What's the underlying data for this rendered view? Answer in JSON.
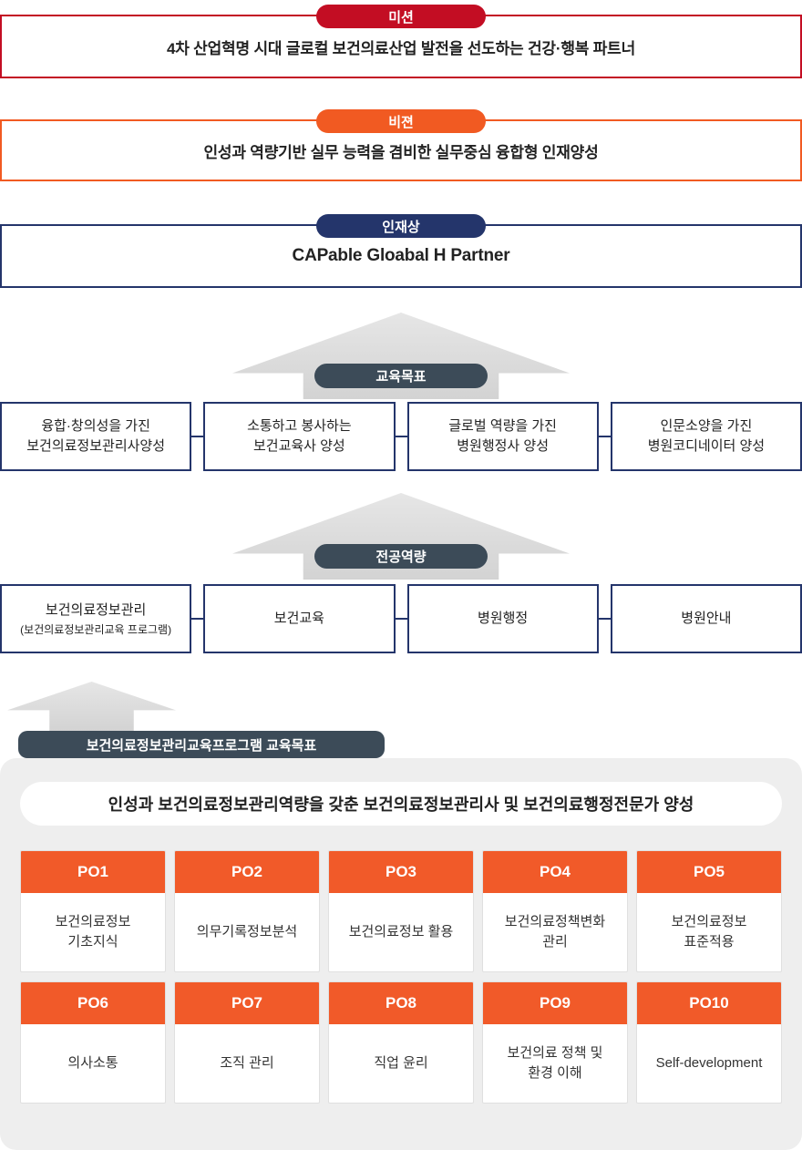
{
  "mission": {
    "badge": "미션",
    "text": "4차 산업혁명 시대 글로컬 보건의료산업 발전을 선도하는 건강·행복 파트너"
  },
  "vision": {
    "badge": "비젼",
    "text": "인성과 역량기반 실무 능력을 겸비한 실무중심 융합형 인재양성"
  },
  "talent": {
    "badge": "인재상",
    "text": "CAPable Gloabal H Partner"
  },
  "edu_goals": {
    "badge": "교육목표",
    "items": [
      {
        "title": "융합·창의성을 가진\n보건의료정보관리사양성",
        "subtitle": ""
      },
      {
        "title": "소통하고 봉사하는\n보건교육사 양성",
        "subtitle": ""
      },
      {
        "title": "글로벌 역량을 가진\n병원행정사 양성",
        "subtitle": ""
      },
      {
        "title": "인문소양을 가진\n병원코디네이터 양성",
        "subtitle": ""
      }
    ]
  },
  "competencies": {
    "badge": "전공역량",
    "items": [
      {
        "title": "보건의료정보관리",
        "subtitle": "(보건의료정보관리교육 프로그램)"
      },
      {
        "title": "보건교육",
        "subtitle": ""
      },
      {
        "title": "병원행정",
        "subtitle": ""
      },
      {
        "title": "병원안내",
        "subtitle": ""
      }
    ]
  },
  "program": {
    "label": "보건의료정보관리교육프로그램 교육목표",
    "banner": "인성과 보건의료정보관리역량을 갖춘 보건의료정보관리사 및 보건의료행정전문가 양성",
    "po_cards": [
      {
        "id": "PO1",
        "text": "보건의료정보\n기초지식"
      },
      {
        "id": "PO2",
        "text": "의무기록정보분석"
      },
      {
        "id": "PO3",
        "text": "보건의료정보 활용"
      },
      {
        "id": "PO4",
        "text": "보건의료정책변화\n관리"
      },
      {
        "id": "PO5",
        "text": "보건의료정보\n표준적용"
      },
      {
        "id": "PO6",
        "text": "의사소통"
      },
      {
        "id": "PO7",
        "text": "조직 관리"
      },
      {
        "id": "PO8",
        "text": "직업 윤리"
      },
      {
        "id": "PO9",
        "text": "보건의료 정책 및\n환경 이해"
      },
      {
        "id": "PO10",
        "text": "Self-development"
      }
    ]
  },
  "colors": {
    "mission_red": "#c30d23",
    "vision_orange": "#f15a22",
    "navy": "#24356b",
    "slate": "#3c4b58",
    "po_orange": "#f15a29",
    "panel_gray": "#eeeeee"
  }
}
